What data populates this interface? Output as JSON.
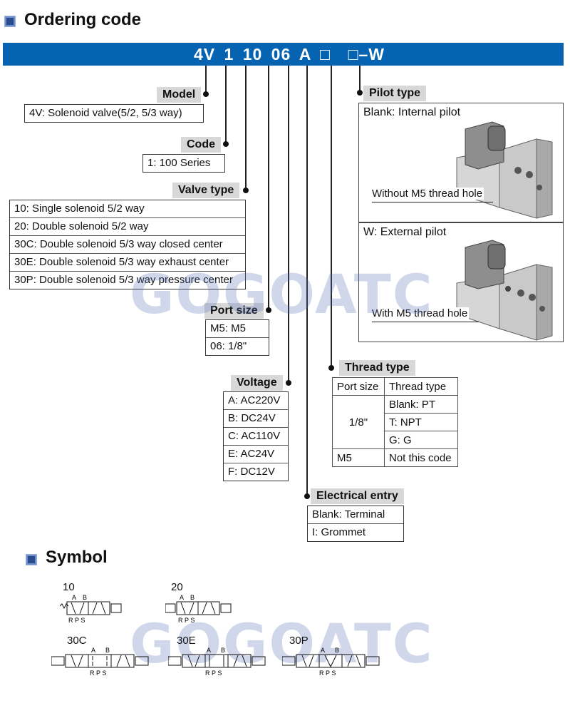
{
  "sections": {
    "ordering_title": "Ordering code",
    "symbol_title": "Symbol"
  },
  "code_banner": "4V 1 10 06 A □  □–W",
  "model": {
    "tag": "Model",
    "rows": [
      "4V: Solenoid valve(5/2, 5/3 way)"
    ]
  },
  "code": {
    "tag": "Code",
    "rows": [
      "1: 100 Series"
    ]
  },
  "valve_type": {
    "tag": "Valve type",
    "rows": [
      "10: Single solenoid 5/2 way",
      "20: Double solenoid 5/2 way",
      "30C: Double solenoid 5/3 way closed center",
      "30E: Double solenoid 5/3 way exhaust center",
      "30P: Double solenoid 5/3 way pressure center"
    ]
  },
  "port_size": {
    "tag": "Port size",
    "rows": [
      "M5: M5",
      "06: 1/8\""
    ]
  },
  "voltage": {
    "tag": "Voltage",
    "rows": [
      "A: AC220V",
      "B: DC24V",
      "C: AC110V",
      "E: AC24V",
      "F: DC12V"
    ]
  },
  "electrical_entry": {
    "tag": "Electrical entry",
    "rows": [
      "Blank: Terminal",
      "I: Grommet"
    ]
  },
  "thread_type": {
    "tag": "Thread type",
    "header": [
      "Port size",
      "Thread type"
    ],
    "size_1_8": "1/8\"",
    "values_1_8": [
      "Blank: PT",
      "T: NPT",
      "G: G"
    ],
    "size_m5": "M5",
    "value_m5": "Not this code"
  },
  "pilot_type": {
    "tag": "Pilot type",
    "internal_label": "Blank: Internal pilot",
    "internal_caption": "Without M5 thread hole",
    "external_label": "W: External pilot",
    "external_caption": "With M5 thread hole"
  },
  "symbols": {
    "labels": [
      "10",
      "20",
      "30C",
      "30E",
      "30P"
    ],
    "port_top": [
      "A",
      "B"
    ],
    "port_bottom": [
      "R",
      "P",
      "S"
    ]
  },
  "watermark": "GOGOATC",
  "colors": {
    "banner": "#0563b1",
    "tag_bg": "#d8d8d8",
    "icon": "#2a4c8f"
  }
}
